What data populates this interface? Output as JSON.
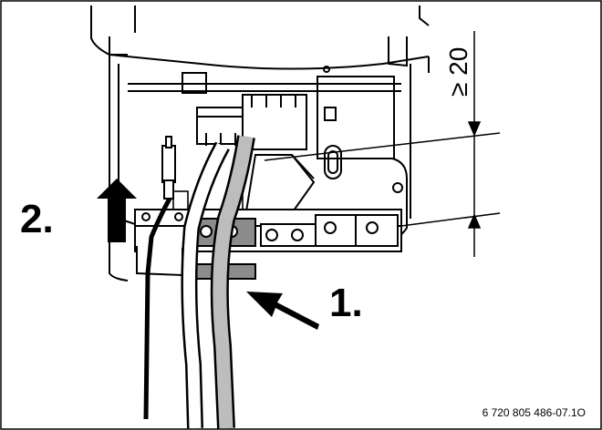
{
  "figure": {
    "step_1_label": "1.",
    "step_2_label": "2.",
    "dimension_label": "≥ 20",
    "figure_code": "6 720 805 486-07.1O"
  },
  "colors": {
    "line": "#000000",
    "background": "#ffffff",
    "cable_gray": "#bdbdbd",
    "clamp_gray": "#8c8c8c"
  }
}
